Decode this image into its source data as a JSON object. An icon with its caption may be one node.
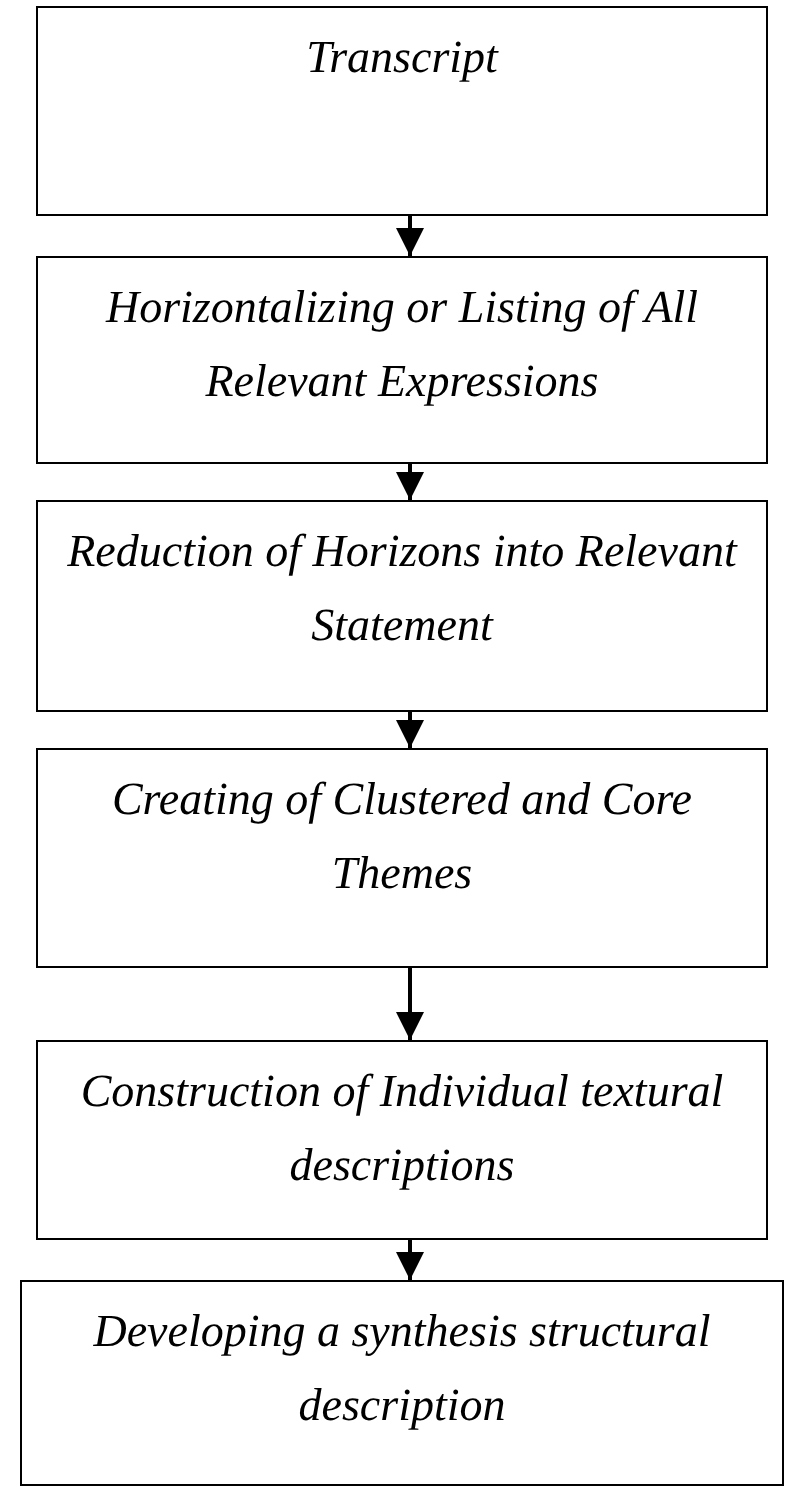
{
  "diagram": {
    "nodes": [
      {
        "text": [
          "Transcript"
        ]
      },
      {
        "text": [
          "Horizontalizing or Listing of All Relevant Expressions"
        ]
      },
      {
        "text": [
          "Reduction of Horizons into Relevant Statement"
        ]
      },
      {
        "text": [
          "Creating of Clustered and Core Themes"
        ]
      },
      {
        "text": [
          "Construction of Individual textural descriptions"
        ]
      },
      {
        "text": [
          "Developing a synthesis structural description"
        ]
      }
    ],
    "edges": [
      {
        "from": 0,
        "to": 1,
        "arrow": "to"
      },
      {
        "from": 1,
        "to": 2,
        "arrow": "to"
      },
      {
        "from": 2,
        "to": 3,
        "arrow": "to"
      },
      {
        "from": 3,
        "to": 4,
        "arrow": "to"
      },
      {
        "from": 4,
        "to": 5,
        "arrow": "to"
      }
    ]
  }
}
